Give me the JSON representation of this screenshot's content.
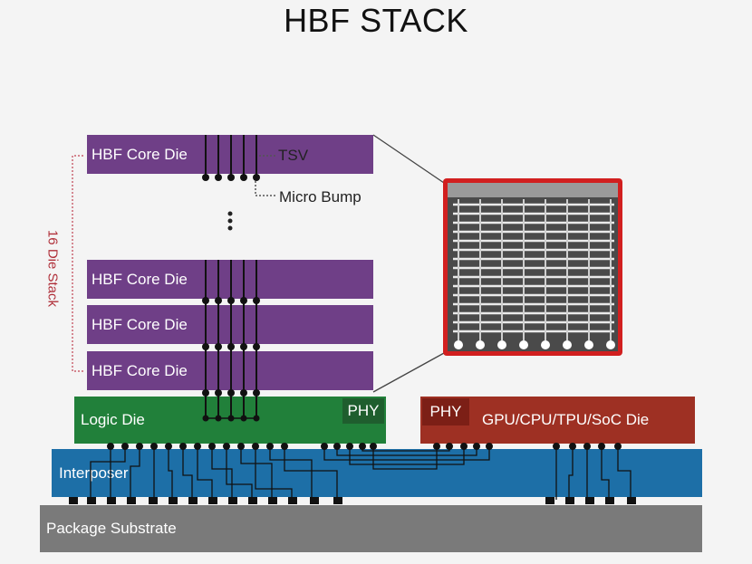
{
  "title": "HBF STACK",
  "dies": {
    "core_label": "HBF Core Die",
    "logic_label": "Logic Die",
    "gpu_label": "GPU/CPU/TPU/SoC Die",
    "phy_label": "PHY",
    "interposer_label": "Interposer",
    "substrate_label": "Package Substrate"
  },
  "annotations": {
    "tsv": "TSV",
    "micro_bump": "Micro Bump",
    "stack": "16 Die Stack"
  },
  "colors": {
    "core_die": "#6f3f87",
    "logic_die": "#21803a",
    "gpu_die": "#9e3023",
    "interposer": "#1d6fa7",
    "substrate": "#7a7a7a",
    "zoom_border": "#d21f1f",
    "stack_bracket": "#b0303a"
  }
}
